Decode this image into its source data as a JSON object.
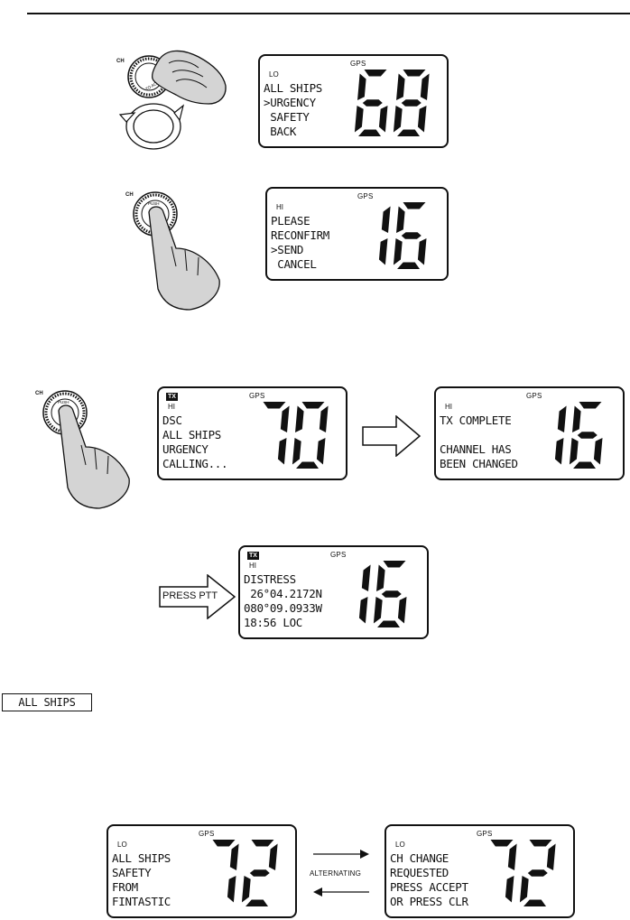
{
  "displays": [
    {
      "id": "select-urgency",
      "gps": "GPS",
      "power": "LO",
      "tx": "",
      "lines": [
        "ALL SHIPS",
        ">URGENCY",
        " SAFETY",
        " BACK"
      ],
      "channel": "68"
    },
    {
      "id": "reconfirm",
      "gps": "GPS",
      "power": "HI",
      "tx": "",
      "lines": [
        "PLEASE",
        "RECONFIRM",
        ">SEND",
        " CANCEL"
      ],
      "channel": "16"
    },
    {
      "id": "calling",
      "gps": "GPS",
      "power": "HI",
      "tx": "TX",
      "lines": [
        "DSC",
        "ALL SHIPS",
        "URGENCY",
        "CALLING..."
      ],
      "channel": "70"
    },
    {
      "id": "tx-complete",
      "gps": "GPS",
      "power": "HI",
      "tx": "",
      "lines": [
        "TX COMPLETE",
        "",
        "CHANNEL HAS",
        "BEEN CHANGED"
      ],
      "channel": "16"
    },
    {
      "id": "distress",
      "gps": "GPS",
      "power": "HI",
      "tx": "TX",
      "lines": [
        "DISTRESS",
        " 26°04.2172N",
        "080°09.0933W",
        "18:56 LOC"
      ],
      "channel": "16"
    },
    {
      "id": "received-safety",
      "gps": "GPS",
      "power": "LO",
      "tx": "",
      "lines": [
        "ALL SHIPS",
        "SAFETY",
        "FROM",
        "FINTASTIC"
      ],
      "channel": "72"
    },
    {
      "id": "ch-change-request",
      "gps": "GPS",
      "power": "LO",
      "tx": "",
      "lines": [
        "CH CHANGE",
        "REQUESTED",
        "PRESS ACCEPT",
        "OR PRESS CLR"
      ],
      "channel": "72"
    }
  ],
  "knob": {
    "ch_label": "CH",
    "push_label": "PUSH",
    "accept_label": "TO ACCEPT"
  },
  "press_ptt": "PRESS PTT",
  "all_ships_key": "ALL SHIPS",
  "alternating": "ALTERNATING"
}
